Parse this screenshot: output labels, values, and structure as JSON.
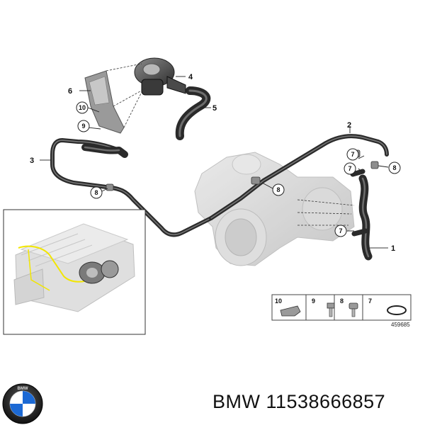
{
  "callouts": {
    "c1": "1",
    "c2": "2",
    "c3": "3",
    "c4": "4",
    "c5": "5",
    "c6": "6"
  },
  "circled": {
    "n10": "10",
    "n9": "9",
    "n8a": "8",
    "n8b": "8",
    "n8c": "8",
    "n7a": "7",
    "n7b": "7",
    "n7c": "7"
  },
  "parts_legend": {
    "items": [
      "10",
      "9",
      "8",
      "7"
    ],
    "ref_number": "459685"
  },
  "logo": {
    "text": "BMW"
  },
  "footer": {
    "part_label": "BMW 11538666857"
  },
  "colors": {
    "hose": "#2b2b2b",
    "hose_highlight": "#6d6d6d",
    "ghost_part": "#cfcfcf",
    "leader": "#222222",
    "inset_highlight": "#f2e600",
    "bmw_blue": "#1c69d4"
  }
}
